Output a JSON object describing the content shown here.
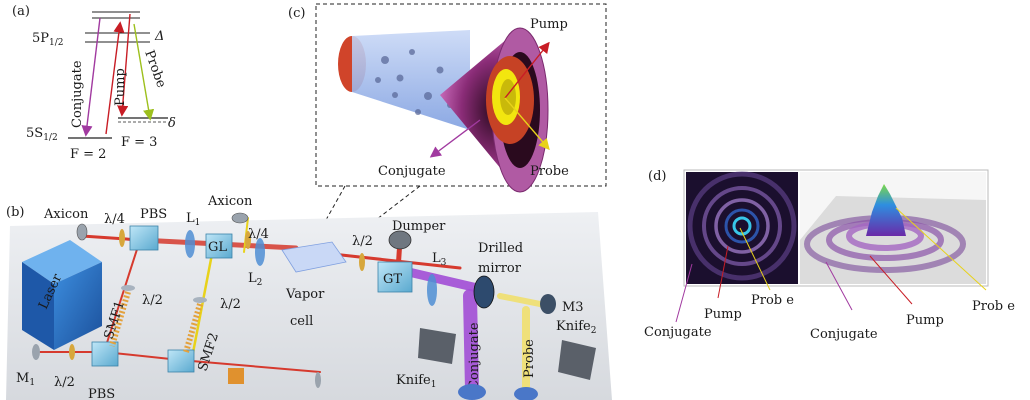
{
  "panel_a": {
    "tag": "(a)",
    "level_upper_main": "5P",
    "level_upper_sub": "1/2",
    "level_lower_main": "5S",
    "level_lower_sub": "1/2",
    "delta_cap": "Δ",
    "delta_small": "δ",
    "conjugate": "Conjugate",
    "pump": "Pump",
    "probe": "Probe",
    "f2": "F = 2",
    "f3": "F = 3",
    "colors": {
      "conjugate": "#a13aa0",
      "pump": "#c81d25",
      "probe": "#9dc01d"
    }
  },
  "panel_b": {
    "tag": "(b)",
    "axicon_left": "Axicon",
    "axicon_right": "Axicon",
    "qwp_1": "λ/4",
    "qwp_2": "λ/4",
    "pbs_top": "PBS",
    "pbs_bottom": "PBS",
    "l1_main": "L",
    "l1_sub": "1",
    "l2_main": "L",
    "l2_sub": "2",
    "l3_main": "L",
    "l3_sub": "3",
    "gl": "GL",
    "hwp_1": "λ/2",
    "hwp_2": "λ/2",
    "hwp_3": "λ/2",
    "hwp_4": "λ/2",
    "laser": "Laser",
    "smf1": "SMF1",
    "smf2": "SMF2",
    "vapor_1": "Vapor",
    "vapor_2": "cell",
    "gt": "GT",
    "dumper": "Dumper",
    "drilled_1": "Drilled",
    "drilled_2": "mirror",
    "m1_main": "M",
    "m1_sub": "1",
    "m3": "M3",
    "conjugate": "Conjugate",
    "probe": "Probe",
    "knife1_main": "Knife",
    "knife1_sub": "1",
    "knife2_main": "Knife",
    "knife2_sub": "2"
  },
  "panel_c": {
    "tag": "(c)",
    "pump": "Pump",
    "probe": "Probe",
    "conjugate": "Conjugate"
  },
  "panel_d": {
    "tag": "(d)",
    "conjugate_1": "Conjugate",
    "pump_1": "Pump",
    "probe_1": "Prob e",
    "conjugate_2": "Conjugate",
    "pump_2": "Pump",
    "probe_2": "Prob e"
  }
}
